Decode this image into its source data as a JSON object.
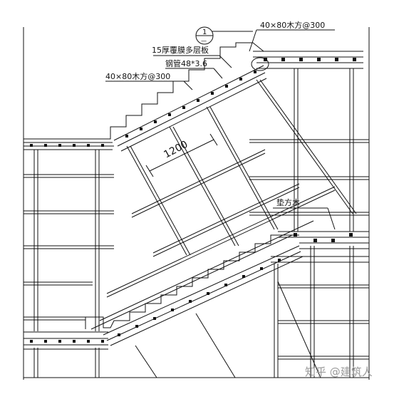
{
  "drawing": {
    "section_marker": {
      "top": "1",
      "bottom": "—"
    },
    "annotations": {
      "timber_top_right": "40×80木方@300",
      "multilayer_board": "15厚覆膜多层板",
      "steel_pipe": "钢管48*3.6",
      "timber_left": "40×80木方@300",
      "pad_timber": "垫方木"
    },
    "dimension": {
      "value": "1200"
    }
  },
  "watermark": {
    "text": "知乎 @建筑人"
  }
}
